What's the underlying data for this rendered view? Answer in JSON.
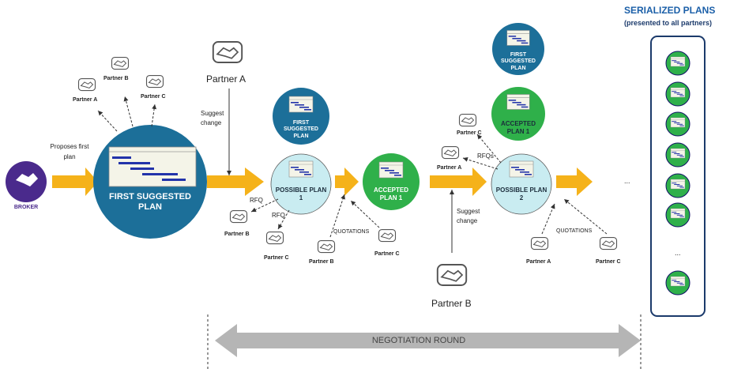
{
  "serialized": {
    "title": "SERIALIZED PLANS",
    "subtitle": "(presented to all partners)",
    "ellipsis": "..."
  },
  "broker": {
    "label": "BROKER"
  },
  "proposes": {
    "text": "Proposes first plan"
  },
  "first_plan": {
    "label": "FIRST SUGGESTED PLAN"
  },
  "partners": {
    "a": "Partner A",
    "b": "Partner B",
    "c": "Partner C"
  },
  "suggest_change": "Suggest change",
  "rfq": "RFQ",
  "rfqs": "RFQs",
  "quotations": "QUOTATIONS",
  "possible_plan_1": "POSSIBLE PLAN 1",
  "possible_plan_2": "POSSIBLE PLAN 2",
  "accepted_plan_1": "ACCEPTED PLAN 1",
  "first_suggested_small": "FIRST SUGGESTED PLAN",
  "ellipsis_arrow": "...",
  "negotiation_round": "NEGOTIATION ROUND",
  "colors": {
    "arrow": "#f5b21a",
    "teal": "#1c6f99",
    "light": "#c9ecf1",
    "green": "#2fb04a",
    "purple": "#4a2a8c",
    "round_arrow": "#b5b5b5",
    "panel_border": "#1b3a6b"
  }
}
